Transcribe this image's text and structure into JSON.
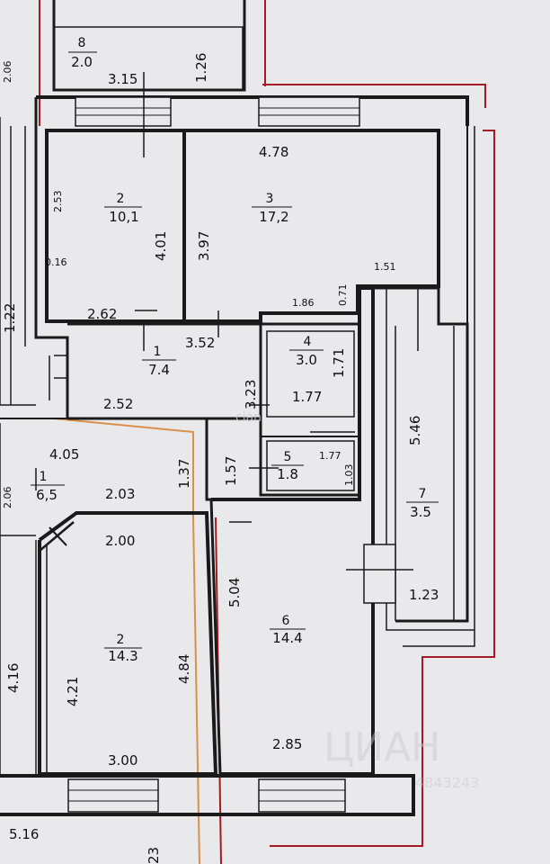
{
  "rooms": {
    "r8_top": {
      "no": "8",
      "area": "2.0"
    },
    "r2_top": {
      "no": "2",
      "area": "10,1"
    },
    "r3": {
      "no": "3",
      "area": "17,2"
    },
    "r1_hall": {
      "no": "1",
      "area": "7.4"
    },
    "r4": {
      "no": "4",
      "area": "3.0"
    },
    "r5": {
      "no": "5",
      "area": "1.8"
    },
    "r1_left": {
      "no": "1",
      "area": "6,5"
    },
    "r2_bottom": {
      "no": "2",
      "area": "14.3"
    },
    "r6": {
      "no": "6",
      "area": "14.4"
    },
    "r7": {
      "no": "7",
      "area": "3.5"
    }
  },
  "dims": {
    "d_2_06_top": "2.06",
    "d_1_26": "1.26",
    "d_3_15": "3.15",
    "d_4_78": "4.78",
    "d_2_53": "2.53",
    "d_4_01": "4.01",
    "d_3_97": "3.97",
    "d_0_16": "0.16",
    "d_1_51": "1.51",
    "d_1_86": "1.86",
    "d_0_71": "0.71",
    "d_1_22": "1.22",
    "d_2_62": "2.62",
    "d_3_52": "3.52",
    "d_3_23": "3.23",
    "d_1_71": "1.71",
    "d_1_77_a": "1.77",
    "d_2_52": "2.52",
    "d_5_46": "5.46",
    "d_4_05": "4.05",
    "d_1_37": "1.37",
    "d_1_57": "1.57",
    "d_1_77_b": "1.77",
    "d_1_03": "1.03",
    "d_2_06_left": "2.06",
    "d_2_03": "2.03",
    "d_2_00": "2.00",
    "d_5_04": "5.04",
    "d_1_23": "1.23",
    "d_4_16": "4.16",
    "d_4_21": "4.21",
    "d_4_84": "4.84",
    "d_3_00": "3.00",
    "d_2_85": "2.85",
    "d_5_16": "5.16",
    "d_23": "23"
  },
  "watermark": {
    "center": "cian",
    "bottom_right_text": "ЦИАН",
    "bottom_right_id": "4843243"
  },
  "colors": {
    "wall": "#1a1a1a",
    "background": "#e9e9ec",
    "red_line": "#a21b26",
    "orange_line": "#d9904a"
  }
}
